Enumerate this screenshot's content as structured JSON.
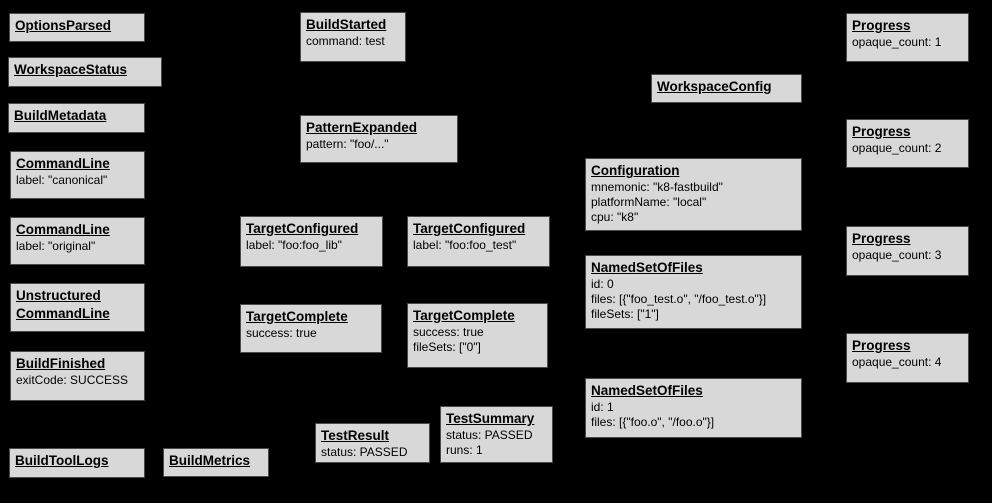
{
  "diagram": {
    "description": "Build event protocol graph",
    "colors": {
      "background": "#000000",
      "node_fill": "#d8d8d8",
      "node_border": "#4a4a4a",
      "text": "#000000"
    },
    "nodes": [
      {
        "id": "options-parsed",
        "titles": [
          "OptionsParsed"
        ],
        "lines": []
      },
      {
        "id": "workspace-status",
        "titles": [
          "WorkspaceStatus"
        ],
        "lines": []
      },
      {
        "id": "build-metadata",
        "titles": [
          "BuildMetadata"
        ],
        "lines": []
      },
      {
        "id": "command-line-canonical",
        "titles": [
          "CommandLine"
        ],
        "lines": [
          "label: \"canonical\""
        ]
      },
      {
        "id": "command-line-original",
        "titles": [
          "CommandLine"
        ],
        "lines": [
          "label: \"original\""
        ]
      },
      {
        "id": "unstructured-command-line",
        "titles": [
          "Unstructured",
          "CommandLine"
        ],
        "lines": []
      },
      {
        "id": "build-finished",
        "titles": [
          "BuildFinished"
        ],
        "lines": [
          "exitCode: SUCCESS"
        ]
      },
      {
        "id": "build-tool-logs",
        "titles": [
          "BuildToolLogs"
        ],
        "lines": []
      },
      {
        "id": "build-metrics",
        "titles": [
          "BuildMetrics"
        ],
        "lines": []
      },
      {
        "id": "build-started",
        "titles": [
          "BuildStarted"
        ],
        "lines": [
          "command: test"
        ]
      },
      {
        "id": "pattern-expanded",
        "titles": [
          "PatternExpanded"
        ],
        "lines": [
          "pattern: \"foo/...\""
        ]
      },
      {
        "id": "target-configured-foo-lib",
        "titles": [
          "TargetConfigured"
        ],
        "lines": [
          "label: \"foo:foo_lib\""
        ]
      },
      {
        "id": "target-configured-foo-test",
        "titles": [
          "TargetConfigured"
        ],
        "lines": [
          "label: \"foo:foo_test\""
        ]
      },
      {
        "id": "target-complete-foo-lib",
        "titles": [
          "TargetComplete"
        ],
        "lines": [
          "success: true"
        ]
      },
      {
        "id": "target-complete-foo-test",
        "titles": [
          "TargetComplete"
        ],
        "lines": [
          "success: true",
          "fileSets: [\"0\"]"
        ]
      },
      {
        "id": "test-result",
        "titles": [
          "TestResult"
        ],
        "lines": [
          "status: PASSED"
        ]
      },
      {
        "id": "test-summary",
        "titles": [
          "TestSummary"
        ],
        "lines": [
          "status: PASSED",
          "runs: 1"
        ]
      },
      {
        "id": "workspace-config",
        "titles": [
          "WorkspaceConfig"
        ],
        "lines": []
      },
      {
        "id": "configuration",
        "titles": [
          "Configuration"
        ],
        "lines": [
          "mnemonic: \"k8-fastbuild\"",
          "platformName: \"local\"",
          "cpu: \"k8\""
        ]
      },
      {
        "id": "named-set-of-files-0",
        "titles": [
          "NamedSetOfFiles"
        ],
        "lines": [
          "id: 0",
          "files: [{\"foo_test.o\", \"/foo_test.o\"}]",
          "fileSets: [\"1\"]"
        ]
      },
      {
        "id": "named-set-of-files-1",
        "titles": [
          "NamedSetOfFiles"
        ],
        "lines": [
          "id: 1",
          "files: [{\"foo.o\", \"/foo.o\"}]"
        ]
      },
      {
        "id": "progress-1",
        "titles": [
          "Progress"
        ],
        "lines": [
          "opaque_count: 1"
        ]
      },
      {
        "id": "progress-2",
        "titles": [
          "Progress"
        ],
        "lines": [
          "opaque_count: 2"
        ]
      },
      {
        "id": "progress-3",
        "titles": [
          "Progress"
        ],
        "lines": [
          "opaque_count: 3"
        ]
      },
      {
        "id": "progress-4",
        "titles": [
          "Progress"
        ],
        "lines": [
          "opaque_count: 4"
        ]
      }
    ]
  }
}
